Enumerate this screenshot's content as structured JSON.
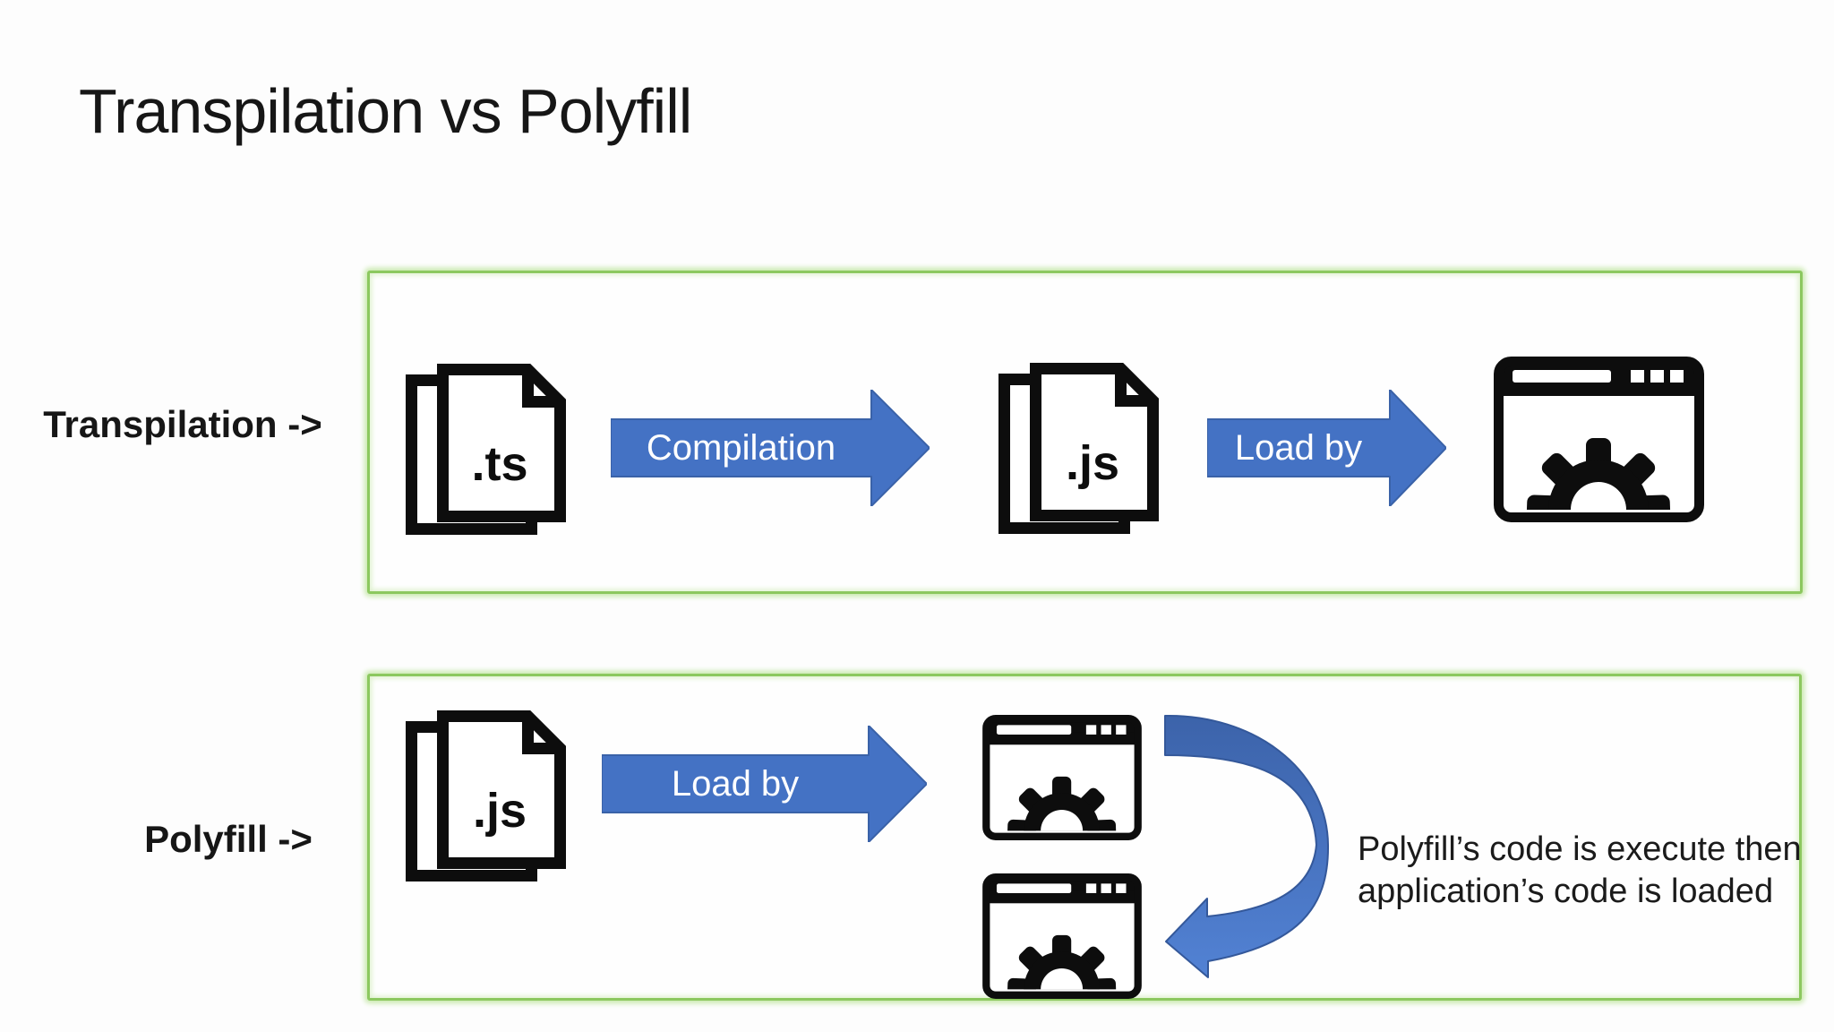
{
  "title": "Transpilation vs Polyfill",
  "transpilation_row": {
    "label": "Transpilation ->",
    "source_file_label": ".ts",
    "step1_arrow_label": "Compilation",
    "result_file_label": ".js",
    "step2_arrow_label": "Load by"
  },
  "polyfill_row": {
    "label": "Polyfill ->",
    "source_file_label": ".js",
    "step1_arrow_label": "Load by",
    "note_line1": "Polyfill’s code is execute then",
    "note_line2": "application’s code is loaded"
  },
  "icons": {
    "ts_files": "stacked-documents-icon",
    "js_files": "stacked-documents-icon",
    "browser": "browser-window-gear-icon",
    "curved_arrow": "curved-u-turn-arrow-icon"
  },
  "colors": {
    "arrow_blue": "#4472C4",
    "arrow_blue_outline": "#3A62A8",
    "curved_arrow_gradient_top": "#3C63AA",
    "curved_arrow_gradient_bottom": "#5282D4",
    "box_border_green": "#8CC85F",
    "box_glow_green": "#C9E9AD",
    "icon_black": "#0D0D0D",
    "text_black": "#1B1B1B",
    "background": "#FDFDFD"
  }
}
